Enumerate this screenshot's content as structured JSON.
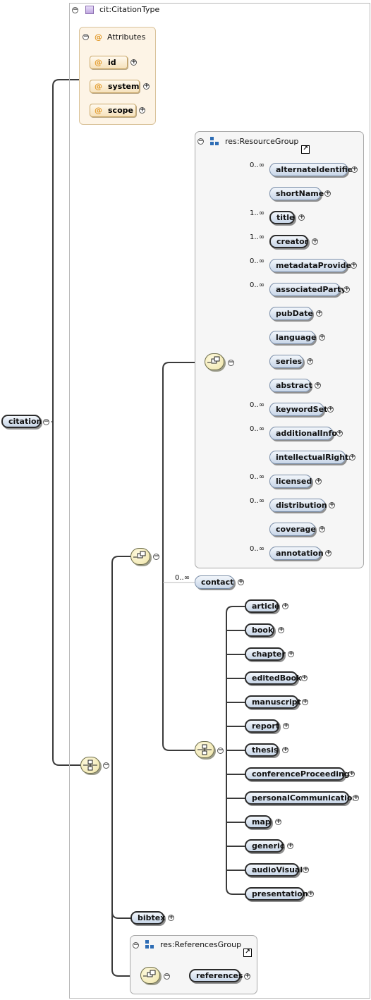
{
  "complex_type": {
    "name": "cit:CitationType"
  },
  "attributes": {
    "header": "Attributes",
    "items": [
      {
        "label": "id"
      },
      {
        "label": "system"
      },
      {
        "label": "scope"
      }
    ]
  },
  "root": {
    "label": "citation"
  },
  "resource_group": {
    "name": "res:ResourceGroup",
    "items": [
      {
        "label": "alternateIdentifier",
        "occurrence": "0..∞"
      },
      {
        "label": "shortName",
        "occurrence": ""
      },
      {
        "label": "title",
        "occurrence": "1..∞"
      },
      {
        "label": "creator",
        "occurrence": "1..∞"
      },
      {
        "label": "metadataProvider",
        "occurrence": "0..∞"
      },
      {
        "label": "associatedParty",
        "occurrence": "0..∞"
      },
      {
        "label": "pubDate",
        "occurrence": ""
      },
      {
        "label": "language",
        "occurrence": ""
      },
      {
        "label": "series",
        "occurrence": ""
      },
      {
        "label": "abstract",
        "occurrence": ""
      },
      {
        "label": "keywordSet",
        "occurrence": "0..∞"
      },
      {
        "label": "additionalInfo",
        "occurrence": "0..∞"
      },
      {
        "label": "intellectualRights",
        "occurrence": ""
      },
      {
        "label": "licensed",
        "occurrence": "0..∞"
      },
      {
        "label": "distribution",
        "occurrence": "0..∞"
      },
      {
        "label": "coverage",
        "occurrence": ""
      },
      {
        "label": "annotation",
        "occurrence": "0..∞"
      }
    ]
  },
  "contact": {
    "label": "contact",
    "occurrence": "0..∞"
  },
  "choice_items": [
    {
      "label": "article"
    },
    {
      "label": "book"
    },
    {
      "label": "chapter"
    },
    {
      "label": "editedBook"
    },
    {
      "label": "manuscript"
    },
    {
      "label": "report"
    },
    {
      "label": "thesis"
    },
    {
      "label": "conferenceProceedings"
    },
    {
      "label": "personalCommunication"
    },
    {
      "label": "map"
    },
    {
      "label": "generic"
    },
    {
      "label": "audioVisual"
    },
    {
      "label": "presentation"
    }
  ],
  "bibtex": {
    "label": "bibtex"
  },
  "references_group": {
    "name": "res:ReferencesGroup",
    "item": {
      "label": "references"
    }
  },
  "glyphs": {
    "collapse": "−",
    "expand": "+",
    "attr_marker": "@",
    "external_link": "↗"
  },
  "colors": {
    "element_fill": "#c8d6e8",
    "attribute_fill": "#f6e2bc",
    "compositor_fill": "#eee3a6",
    "group_icon": "#2e6db5"
  }
}
